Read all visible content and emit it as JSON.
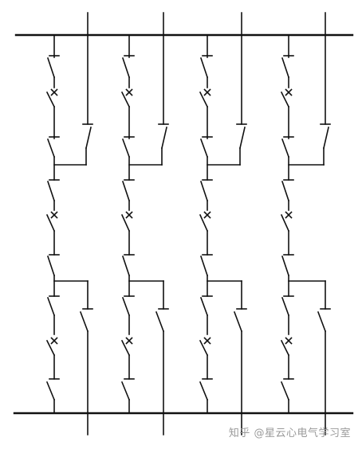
{
  "diagram": {
    "type": "busbar single-line diagram",
    "buses": [
      "upper-bus",
      "lower-bus"
    ],
    "columns": 4,
    "stroke_color": "#111111"
  },
  "watermark": {
    "text": "知乎 @星云心电气学习室"
  }
}
